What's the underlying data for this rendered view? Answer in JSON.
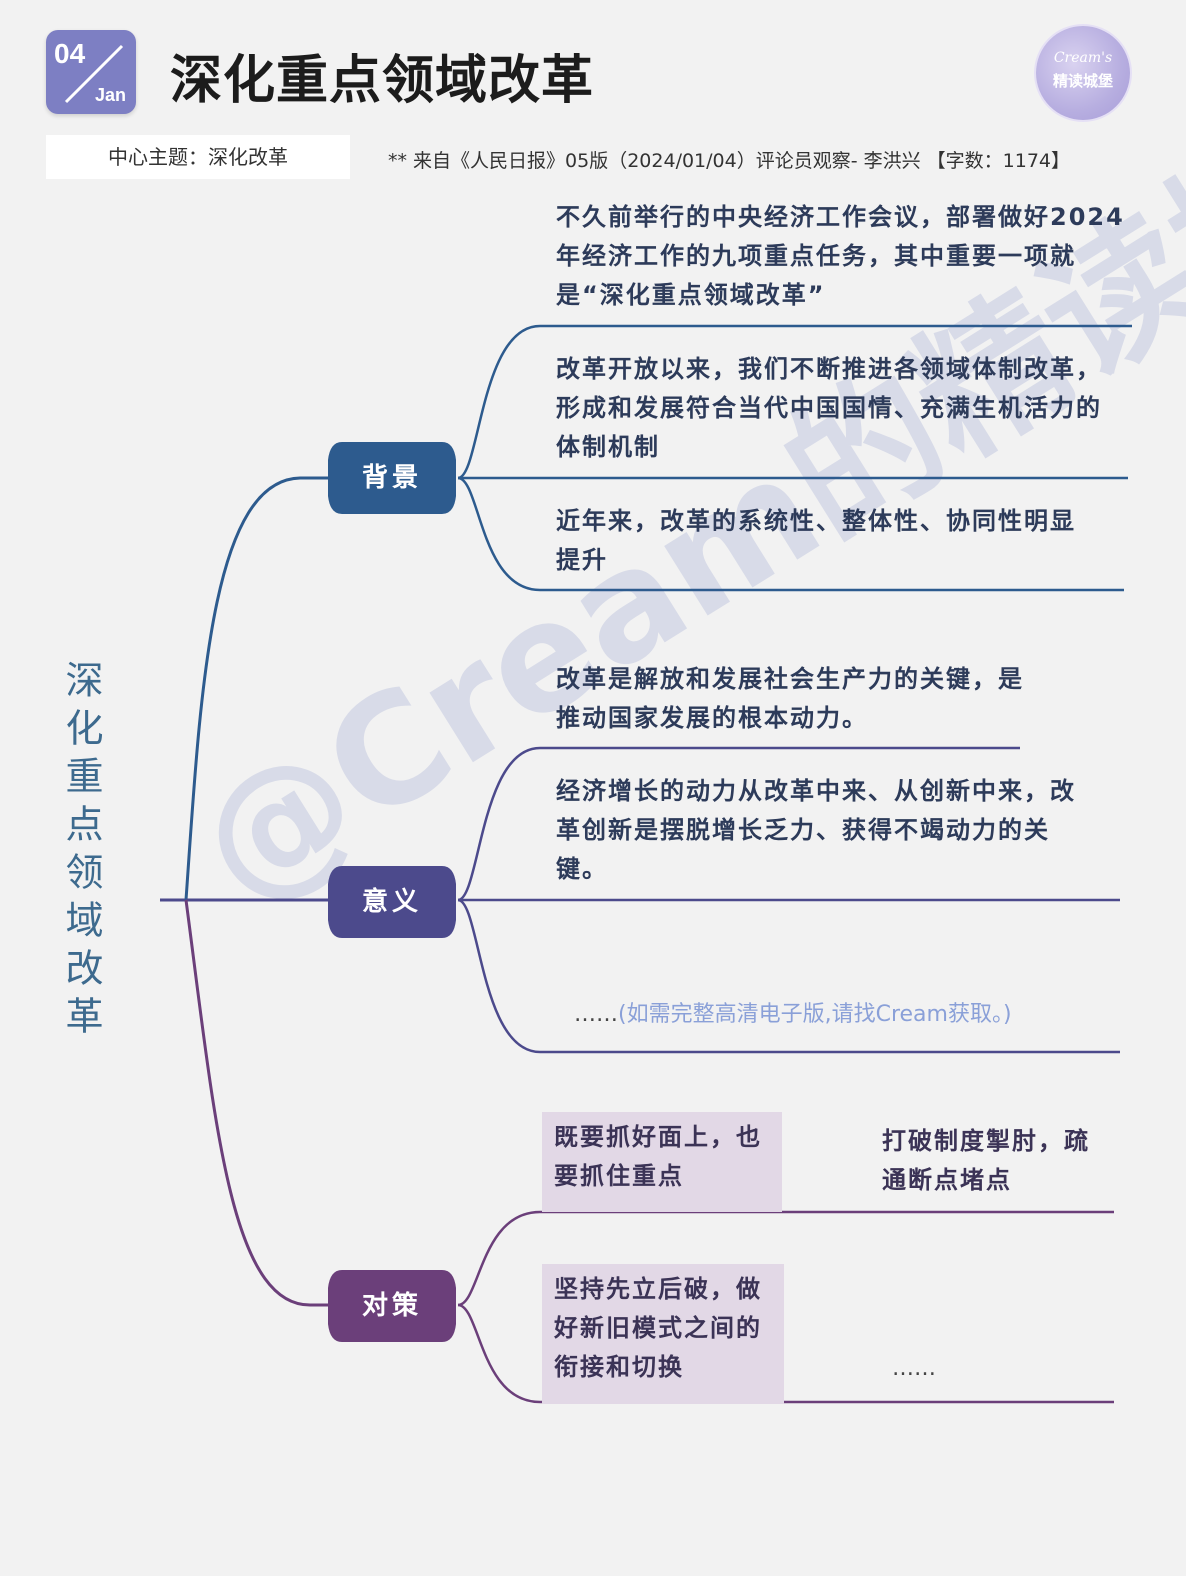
{
  "header": {
    "date_day": "04",
    "date_month": "Jan",
    "title": "深化重点领域改革",
    "logo_line1": "Cream's",
    "logo_line2": "精读城堡"
  },
  "topic_label": "中心主题：深化改革",
  "source": "** 来自《人民日报》05版（2024/01/04）评论员观察- 李洪兴 【字数：1174】",
  "vertical_title": "深化重点领域改革",
  "watermark": "@Cream的精读城堡",
  "colors": {
    "blue": "#2d5b8e",
    "indigo": "#4c4a8c",
    "purple": "#6b3f7a",
    "badge": "#7d7fc3",
    "highlight_box": "#e2d8e6"
  },
  "branches": [
    {
      "label": "背景",
      "items": [
        "不久前举行的中央经济工作会议，部署做好2024年经济工作的九项重点任务，其中重要一项就是“深化重点领域改革”",
        "改革开放以来，我们不断推进各领域体制改革，形成和发展符合当代中国国情、充满生机活力的体制机制",
        "近年来，改革的系统性、整体性、协同性明显提升"
      ]
    },
    {
      "label": "意义",
      "items": [
        "改革是解放和发展社会生产力的关键，是推动国家发展的根本动力。",
        "经济增长的动力从改革中来、从创新中来，改革创新是摆脱增长乏力、获得不竭动力的关键。"
      ],
      "note_dots": "……",
      "note": "(如需完整高清电子版,请找Cream获取。)"
    },
    {
      "label": "对策",
      "items": [
        "既要抓好面上，也要抓住重点",
        "打破制度掣肘，疏通断点堵点",
        "坚持先立后破，做好新旧模式之间的衔接和切换"
      ],
      "ellipsis": "……"
    }
  ]
}
